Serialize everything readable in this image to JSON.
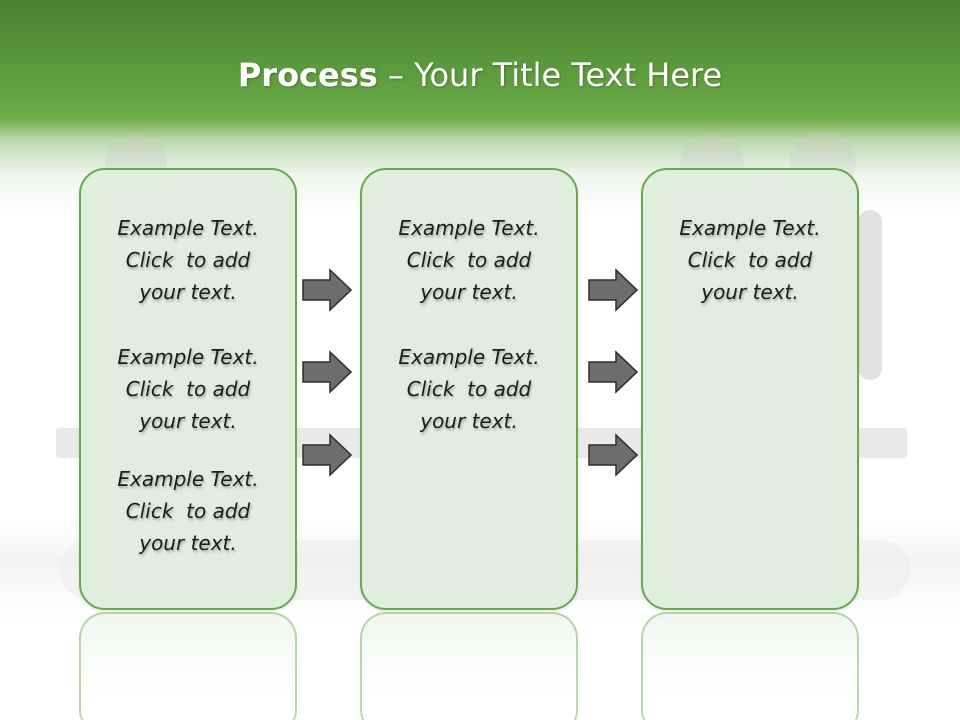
{
  "title": {
    "bold": "Process",
    "rest": " – Your Title Text Here"
  },
  "columns": [
    {
      "blocks": [
        [
          "Example Text.",
          "Click  to add",
          "your text."
        ],
        [
          "Example Text.",
          "Click  to add",
          "your text."
        ],
        [
          "Example Text.",
          "Click  to add",
          "your text."
        ]
      ]
    },
    {
      "blocks": [
        [
          "Example Text.",
          "Click  to add",
          "your text."
        ],
        [
          "Example Text.",
          "Click  to add",
          "your text."
        ]
      ]
    },
    {
      "blocks": [
        [
          "Example Text.",
          "Click  to add",
          "your text."
        ]
      ]
    }
  ],
  "colors": {
    "header": "#5f9e3f",
    "box_fill": "#dfeedd",
    "box_border": "#6aa84f",
    "arrow_fill": "#6d6d6d"
  }
}
